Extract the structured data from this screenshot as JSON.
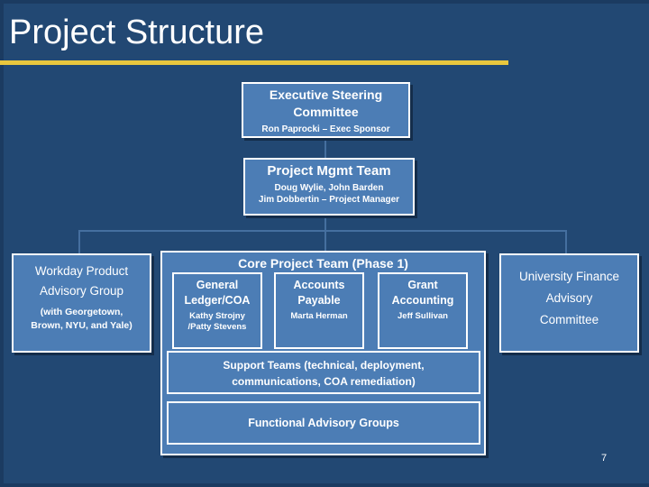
{
  "slide": {
    "title": "Project Structure",
    "page_number": "7"
  },
  "colors": {
    "background": "#224873",
    "edge": "#1b3b61",
    "box_fill": "#4c7db5",
    "box_border": "#ffffff",
    "accent_underline": "#e9c73e",
    "connector": "#456f9f",
    "shadow": "#142d4b",
    "text": "#ffffff"
  },
  "org": {
    "exec": {
      "title_line1": "Executive Steering",
      "title_line2": "Committee",
      "subtitle": "Ron Paprocki – Exec Sponsor"
    },
    "pmo": {
      "title": "Project Mgmt Team",
      "members_line1": "Doug Wylie, John Barden",
      "members_line2": "Jim Dobbertin – Project Manager"
    },
    "workday": {
      "title_line1": "Workday Product",
      "title_line2": "Advisory Group",
      "note_line1": "(with Georgetown,",
      "note_line2": "Brown, NYU, and Yale)"
    },
    "core": {
      "title": "Core Project Team (Phase 1)",
      "teams": [
        {
          "name_line1": "General",
          "name_line2": "Ledger/COA",
          "member_line1": "Kathy Strojny",
          "member_line2": "/Patty Stevens"
        },
        {
          "name_line1": "Accounts",
          "name_line2": "Payable",
          "member_line1": "Marta Herman"
        },
        {
          "name_line1": "Grant",
          "name_line2": "Accounting",
          "member_line1": "Jeff Sullivan"
        }
      ],
      "support_line1": "Support Teams (technical, deployment,",
      "support_line2": "communications, COA remediation)",
      "functional": "Functional Advisory Groups"
    },
    "ufac": {
      "title_line1": "University Finance",
      "title_line2": "Advisory",
      "title_line3": "Committee"
    }
  }
}
